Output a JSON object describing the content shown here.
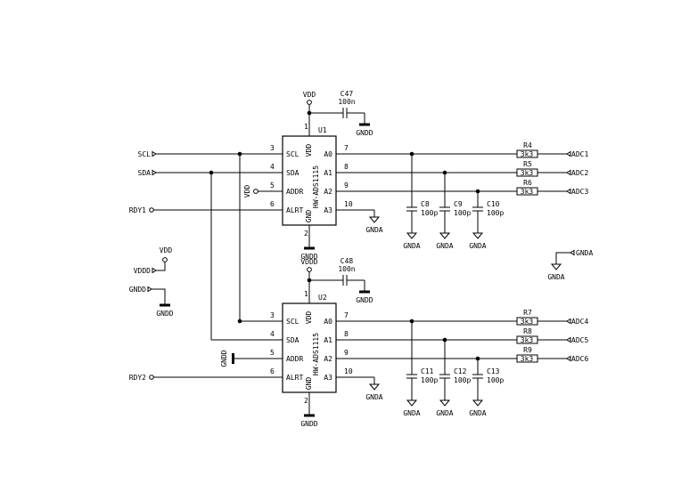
{
  "chips": [
    {
      "ref": "U1",
      "part": "HW-ADS1115",
      "vdd": "VDD",
      "gnd": "GND",
      "pin_top": "1",
      "pin_bottom": "2",
      "left_pins": [
        {
          "num": "3",
          "label": "SCL"
        },
        {
          "num": "4",
          "label": "SDA"
        },
        {
          "num": "5",
          "label": "ADDR"
        },
        {
          "num": "6",
          "label": "ALRT"
        }
      ],
      "right_pins": [
        {
          "num": "7",
          "label": "A0"
        },
        {
          "num": "8",
          "label": "A1"
        },
        {
          "num": "9",
          "label": "A2"
        },
        {
          "num": "10",
          "label": "A3"
        }
      ],
      "decoupling": {
        "ref": "C47",
        "value": "100n"
      },
      "vdd_net": "VDD",
      "gndd_net": "GNDD",
      "addr_net": "VDD",
      "alert_net": "RDY1",
      "a3_ground": "GNDA",
      "chip_ground": "GNDD",
      "filters": [
        {
          "res": "R4",
          "res_value": "3k3",
          "cap": "C8",
          "cap_value": "100p",
          "gnd": "GNDA",
          "out": "ADC1"
        },
        {
          "res": "R5",
          "res_value": "3k3",
          "cap": "C9",
          "cap_value": "100p",
          "gnd": "GNDA",
          "out": "ADC2"
        },
        {
          "res": "R6",
          "res_value": "3k3",
          "cap": "C10",
          "cap_value": "100p",
          "gnd": "GNDA",
          "out": "ADC3"
        }
      ]
    },
    {
      "ref": "U2",
      "part": "HW-ADS1115",
      "vdd": "VDD",
      "gnd": "GND",
      "pin_top": "1",
      "pin_bottom": "2",
      "left_pins": [
        {
          "num": "3",
          "label": "SCL"
        },
        {
          "num": "4",
          "label": "SDA"
        },
        {
          "num": "5",
          "label": "ADDR"
        },
        {
          "num": "6",
          "label": "ALRT"
        }
      ],
      "right_pins": [
        {
          "num": "7",
          "label": "A0"
        },
        {
          "num": "8",
          "label": "A1"
        },
        {
          "num": "9",
          "label": "A2"
        },
        {
          "num": "10",
          "label": "A3"
        }
      ],
      "decoupling": {
        "ref": "C48",
        "value": "100n"
      },
      "vdd_net": "VDDD",
      "gndd_net": "GNDD",
      "addr_net": "GNDD",
      "alert_net": "RDY2",
      "a3_ground": "GNDA",
      "chip_ground": "GNDD",
      "filters": [
        {
          "res": "R7",
          "res_value": "3k3",
          "cap": "C11",
          "cap_value": "100p",
          "gnd": "GNDA",
          "out": "ADC4"
        },
        {
          "res": "R8",
          "res_value": "3k3",
          "cap": "C12",
          "cap_value": "100p",
          "gnd": "GNDA",
          "out": "ADC5"
        },
        {
          "res": "R9",
          "res_value": "3k3",
          "cap": "C13",
          "cap_value": "100p",
          "gnd": "GNDA",
          "out": "ADC6"
        }
      ]
    }
  ],
  "bus_ports": {
    "scl": "SCL",
    "sda": "SDA"
  },
  "power_links": [
    {
      "port": "VDDD",
      "symbol": "VDD"
    },
    {
      "port": "GNDD",
      "symbol": "GNDD"
    }
  ],
  "gnda_link": {
    "port": "GNDA",
    "symbol": "GNDA"
  }
}
